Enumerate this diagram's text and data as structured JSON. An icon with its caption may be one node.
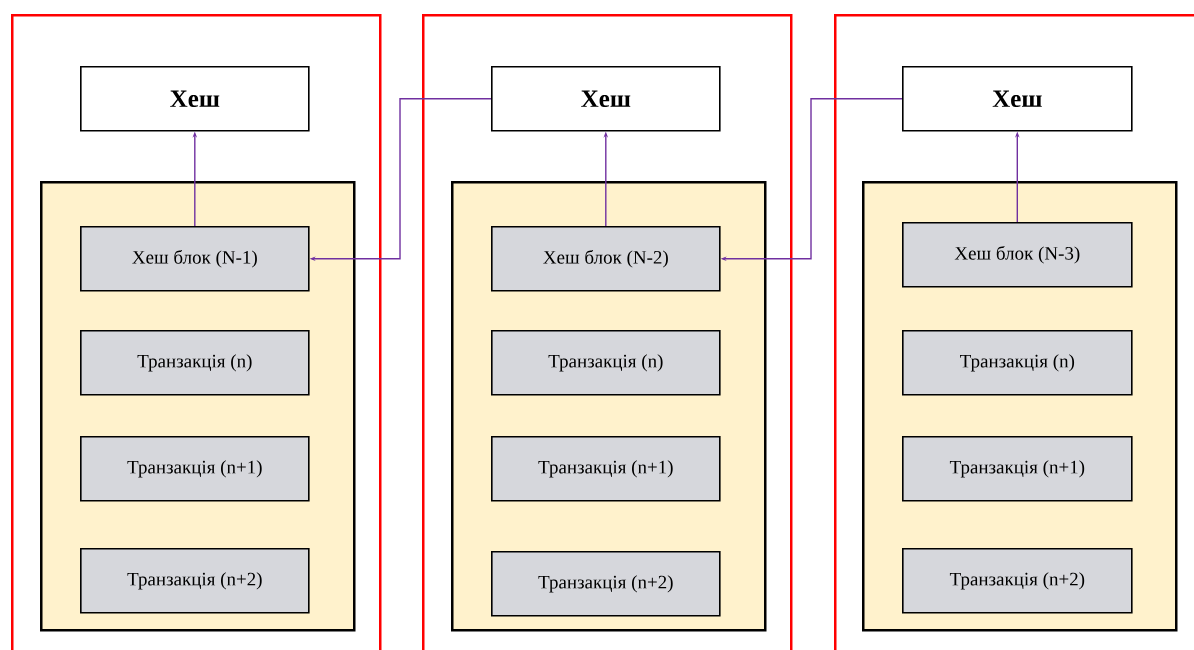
{
  "diagram": {
    "nodes": [
      {
        "text": [],
        "shape": "box"
      },
      {
        "text": [
          "Хеш"
        ],
        "in": 0
      },
      {
        "text": [],
        "shape": "box",
        "in": 0
      },
      {
        "text": [
          "Хеш блок (N-1)"
        ],
        "in": 2
      },
      {
        "text": [
          "Транзакція (n)"
        ],
        "in": 2
      },
      {
        "text": [
          "Транзакція (n+1)"
        ],
        "in": 2
      },
      {
        "text": [
          "Транзакція (n+2)"
        ],
        "in": 2
      },
      {
        "text": [],
        "shape": "box"
      },
      {
        "text": [
          "Хеш"
        ],
        "in": 7
      },
      {
        "text": [],
        "shape": "box",
        "in": 7
      },
      {
        "text": [
          "Хеш блок (N-2)"
        ],
        "in": 9
      },
      {
        "text": [
          "Транзакція (n)"
        ],
        "in": 9
      },
      {
        "text": [
          "Транзакція (n+1)"
        ],
        "in": 9
      },
      {
        "text": [
          "Транзакція (n+2)"
        ],
        "in": 9
      },
      {
        "text": [],
        "shape": "box"
      },
      {
        "text": [
          "Хеш"
        ],
        "in": 14
      },
      {
        "text": [],
        "shape": "box",
        "in": 14
      },
      {
        "text": [
          "Хеш блок (N-3)"
        ],
        "in": 16
      },
      {
        "text": [
          "Транзакція (n)"
        ],
        "in": 16
      },
      {
        "text": [
          "Транзакція (n+1)"
        ],
        "in": 16
      },
      {
        "text": [
          "Транзакція (n+2)"
        ],
        "in": 16
      }
    ],
    "edges": [
      {
        "from": 3,
        "to": 1,
        "arrow": "to"
      },
      {
        "from": 10,
        "to": 8,
        "arrow": "to"
      },
      {
        "from": 17,
        "to": 15,
        "arrow": "to"
      },
      {
        "from": 8,
        "to": 3,
        "arrow": "to"
      },
      {
        "from": 15,
        "to": 10,
        "arrow": "to"
      }
    ]
  }
}
